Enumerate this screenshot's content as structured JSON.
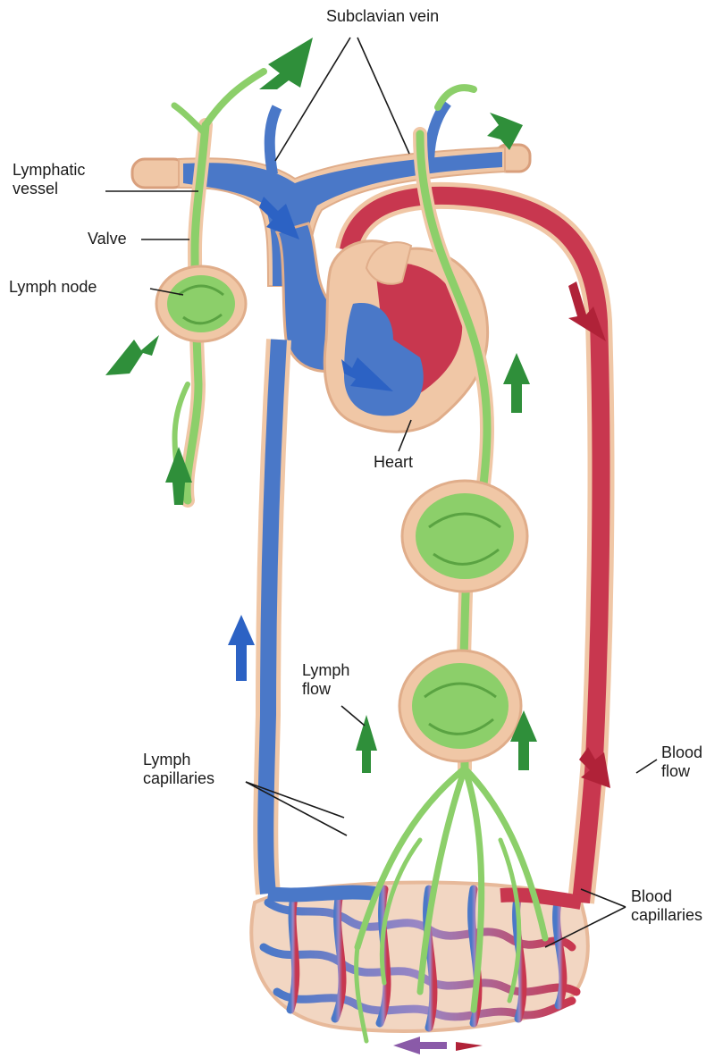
{
  "labels": {
    "subclavian_vein": "Subclavian vein",
    "lymphatic_vessel": "Lymphatic\nvessel",
    "valve": "Valve",
    "lymph_node": "Lymph node",
    "heart": "Heart",
    "lymph_flow": "Lymph\nflow",
    "blood_flow": "Blood\nflow",
    "lymph_capillaries": "Lymph\ncapillaries",
    "blood_capillaries": "Blood\ncapillaries"
  },
  "colors": {
    "vein": "#4a78c8",
    "artery": "#c8374f",
    "lymph": "#8ccf6a",
    "tissue": "#f0c7a6",
    "arrow_green": "#2f8f3a",
    "arrow_blue": "#2c62c4",
    "arrow_red": "#b02238",
    "leader_line": "#1a1a1a"
  }
}
